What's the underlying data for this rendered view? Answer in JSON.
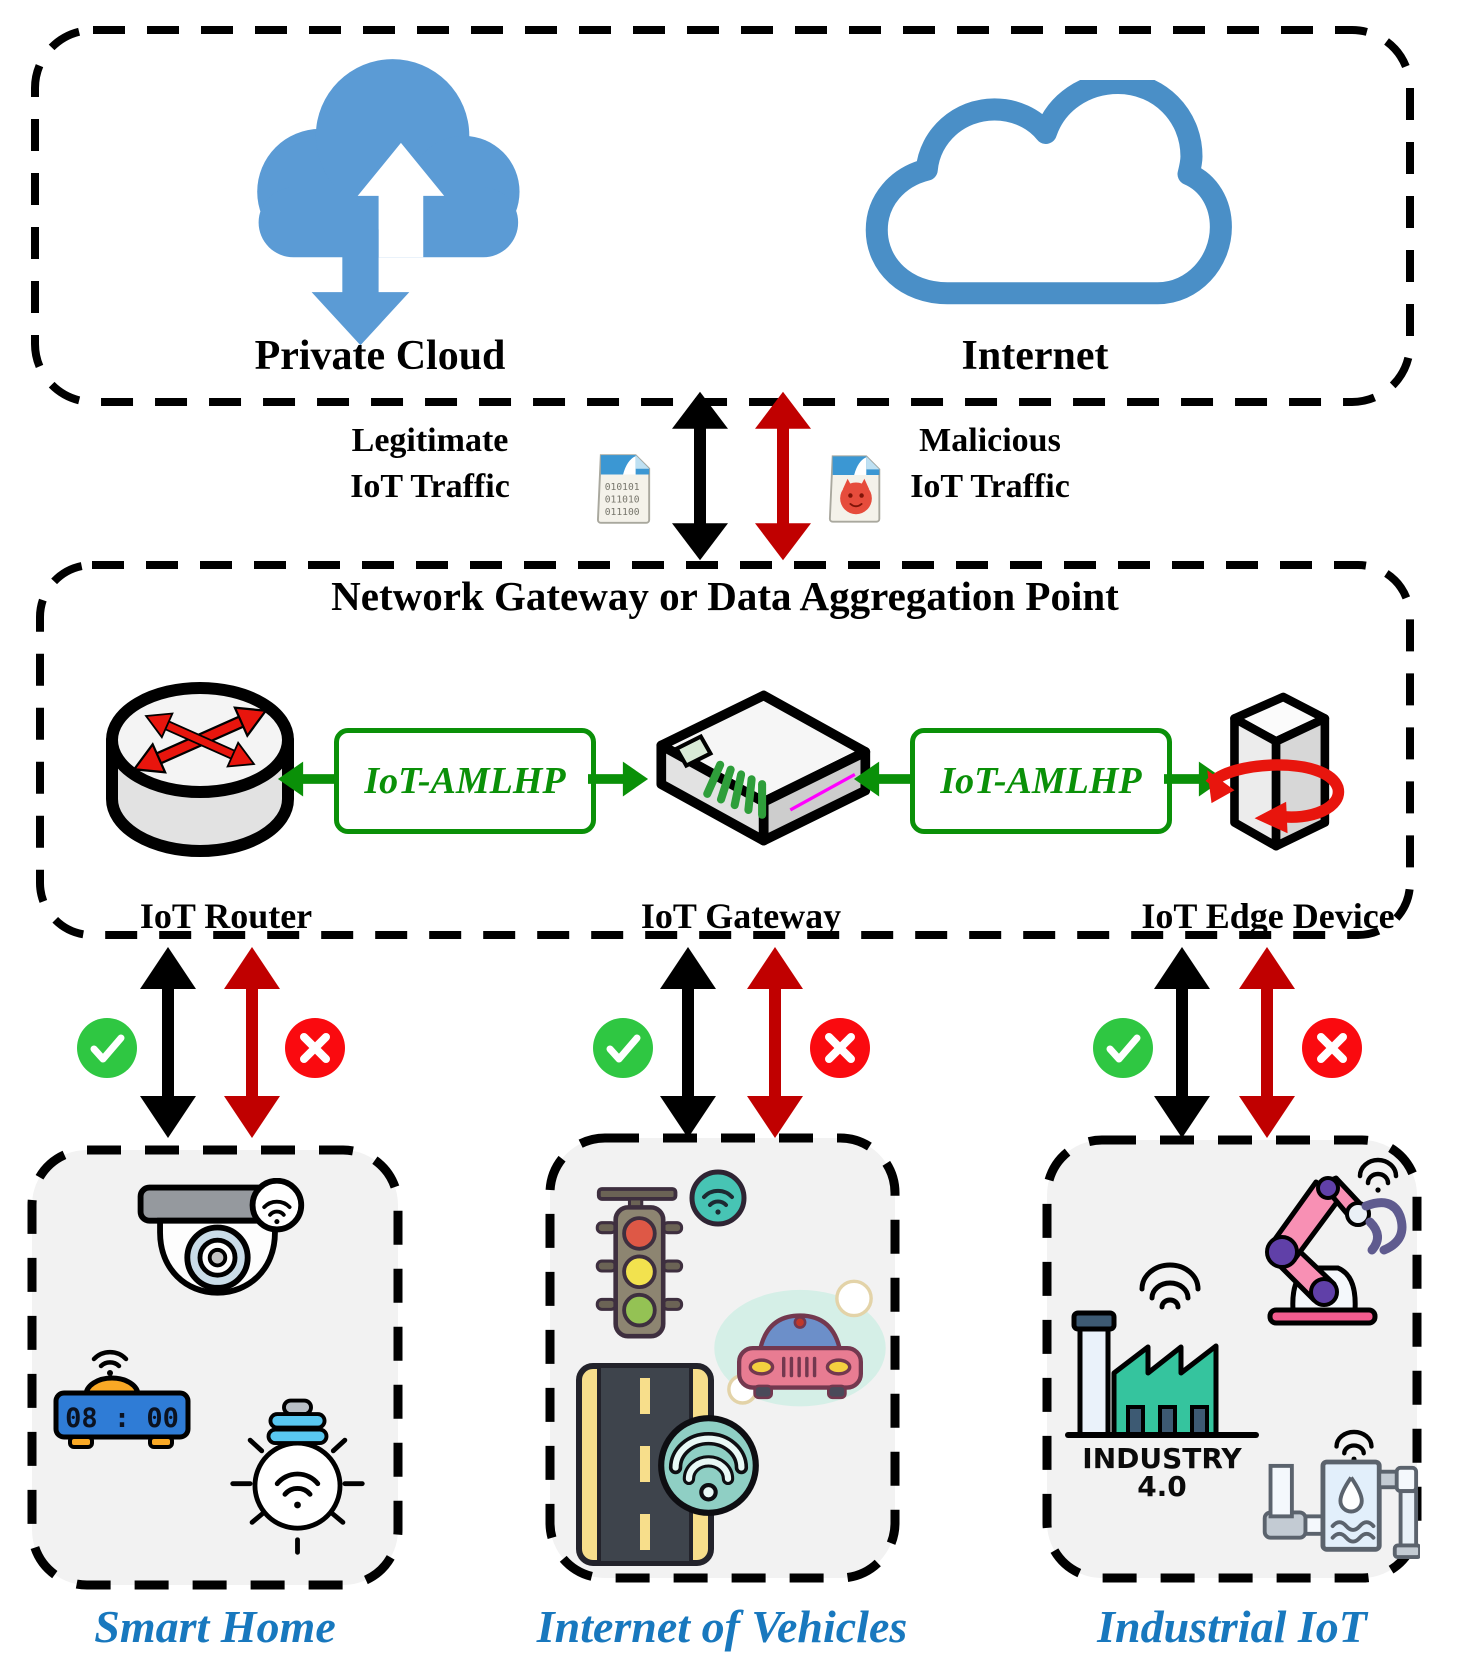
{
  "figure": {
    "top": {
      "private_cloud_label": "Private Cloud",
      "internet_label": "Internet"
    },
    "traffic": {
      "legitimate_line1": "Legitimate",
      "legitimate_line2": "IoT Traffic",
      "malicious_line1": "Malicious",
      "malicious_line2": "IoT Traffic",
      "binary_line1": "010101",
      "binary_line2": "011010",
      "binary_line3": "011100"
    },
    "gateway": {
      "title": "Network Gateway or Data Aggregation Point",
      "amlhp_left": "IoT-AMLHP",
      "amlhp_right": "IoT-AMLHP",
      "router_label": "IoT Router",
      "gateway_label": "IoT Gateway",
      "edge_label": "IoT Edge Device"
    },
    "domains": {
      "smart_home": {
        "label": "Smart Home",
        "clock_time": "08 : 00"
      },
      "vehicles": {
        "label": "Internet of Vehicles"
      },
      "industrial": {
        "label": "Industrial IoT",
        "industry_line1": "INDUSTRY",
        "industry_line2": "4.0"
      }
    },
    "colors": {
      "cloud_blue": "#5B9BD5",
      "internet_outline_blue": "#4A8FC7",
      "legitimate_arrow_black": "#000000",
      "malicious_arrow_red": "#C00000",
      "amlhp_green": "#0A9008",
      "check_green": "#2FC742",
      "cross_red": "#FA0A0F",
      "domain_label_blue": "#1878BE"
    }
  }
}
